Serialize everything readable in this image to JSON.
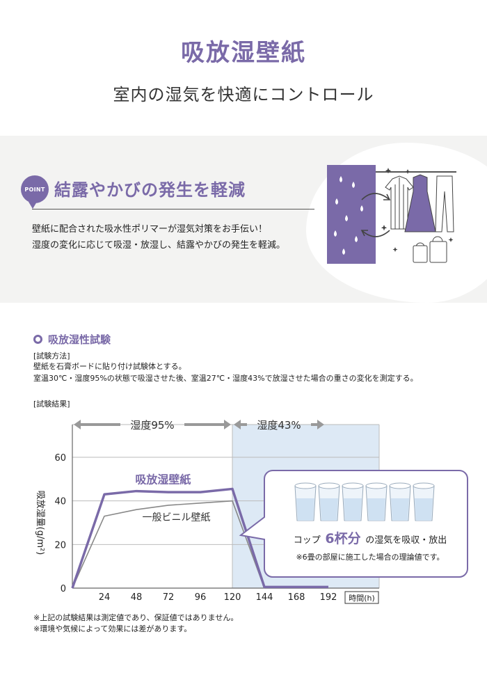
{
  "header": {
    "title": "吸放湿壁紙",
    "subtitle": "室内の湿気を快適にコントロール"
  },
  "point": {
    "badge": "POINT",
    "heading": "結露やかびの発生を軽減",
    "body_line1": "壁紙に配合された吸水性ポリマーが湿気対策をお手伝い！",
    "body_line2": "湿度の変化に応じて吸湿・放湿し、結露やかびの発生を軽減。"
  },
  "test": {
    "heading": "吸放湿性試験",
    "method_label": "[試験方法]",
    "method_line1": "壁紙を石膏ボードに貼り付け試験体とする。",
    "method_line2": "室温30℃・湿度95%の状態で吸湿させた後、室温27℃・湿度43%で放湿させた場合の重さの変化を測定する。",
    "results_label": "[試験結果]"
  },
  "chart_data": {
    "type": "line",
    "ylabel": "吸放湿量(g/m²)",
    "xlabel": "時間(h)",
    "xlim": [
      0,
      192
    ],
    "ylim": [
      0,
      60
    ],
    "x_ticks": [
      24,
      48,
      72,
      96,
      120,
      144,
      168,
      192
    ],
    "y_ticks": [
      0,
      20,
      40,
      60
    ],
    "grid": true,
    "phases": [
      {
        "label": "湿度95%",
        "x_start": 0,
        "x_end": 120
      },
      {
        "label": "湿度43%",
        "x_start": 120,
        "x_end": 192
      }
    ],
    "series": [
      {
        "name": "吸放湿壁紙",
        "color": "#7a6aa8",
        "x": [
          0,
          24,
          48,
          72,
          96,
          120,
          144,
          168,
          192
        ],
        "y": [
          0,
          43,
          44.5,
          44,
          44,
          45.5,
          0.5,
          0.5,
          0.5
        ]
      },
      {
        "name": "一般ビニル壁紙",
        "color": "#888888",
        "x": [
          0,
          24,
          48,
          72,
          96,
          120,
          144,
          168,
          192
        ],
        "y": [
          0,
          33,
          36,
          38,
          39,
          40,
          0,
          0,
          0
        ]
      }
    ],
    "callout": {
      "line1_prefix": "コップ",
      "line1_emphasis": "6杯分",
      "line1_suffix": "の湿気を吸収・放出",
      "line2": "※6畳の部屋に施工した場合の理論値です。",
      "cup_count": 6
    }
  },
  "notes": {
    "line1": "※上記の試験結果は測定値であり、保証値ではありません。",
    "line2": "※環境や気候によって効果には差があります。"
  },
  "colors": {
    "accent": "#7a6aa8",
    "band_bg": "#f3f3f2",
    "phase2_bg": "#dde9f5"
  }
}
